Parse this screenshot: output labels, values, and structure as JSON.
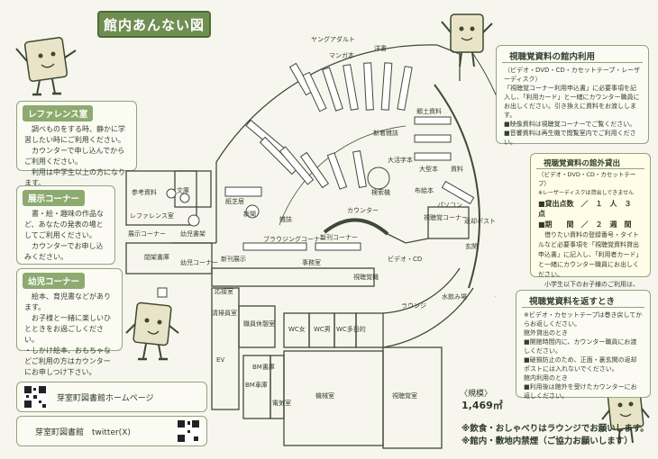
{
  "title": "館内あんない図",
  "reference": {
    "title": "レファレンス室",
    "text": "　調べものをする時、静かに学習したい時にご利用ください。\n　カウンターで申し込んでからご利用ください。\n　利用は中学生以上の方になります。"
  },
  "exhibit": {
    "title": "展示コーナー",
    "text": "　書・絵・趣味の作品など、あなたの発表の場としてご利用ください。\n　カウンターでお申し込みください。"
  },
  "children": {
    "title": "幼児コーナー",
    "text": "　絵本、育児書などがあります。\n　お子様と一緒に楽しいひとときをお過ごしください。\n・しかけ絵本、おもちゃなどご利用の方はカウンターにお申しつけ下さい。"
  },
  "homepage_label": "芽室町図書館ホームページ",
  "twitter_label": "芽室町図書館　twitter(X)",
  "av_use": {
    "title": "視聴覚資料の館内利用",
    "text": "（ビデオ・DVD・CD・カセットテープ・レーザーディスク）\n「視聴覚コーナー利用申込書」に必要事項を記入し、「利用カード」と一緒にカウンター職員にお出しください。引き換えに資料をお渡しします。\n■映像資料は視聴覚コーナーでご覧ください。\n■音響資料は再生機で閲覧室内でご利用ください。"
  },
  "av_loan": {
    "title": "視聴覚資料の館外貸出",
    "subtitle": "（ビデオ・DVD・CD・カセットテープ）",
    "note": "※レーザーディスクは貸出しできません",
    "items": [
      "■貸出点数　／　１　人　３　点",
      "■期　　間　／　２　週　間"
    ],
    "text": "　借りたい資料の登録番号・タイトルなど必要事項を「視聴覚資料貸出申込書」に記入し、「利用者カード」と一緒にカウンター職員にお出しください。\n　小学生以下のお子様のご利用は、保護者同伴でお願いします。"
  },
  "av_return": {
    "title": "視聴覚資料を返すとき",
    "text": "※ビデオ・カセットテープは巻き戻してからお返しください。\n館外貸出のとき\n■開館時間内に、カウンター職員にお渡しください。\n■破損防止のため、正面・裏玄関の返却ポストには入れないでください。\n館内利用のとき\n■利用後は館外を受けたカウンターにお返しください。"
  },
  "scale": {
    "label": "〈規模〉",
    "value": "1,469㎡"
  },
  "notes": [
    "※飲食・おしゃべりはラウンジでお願いします。",
    "※館内・敷地内禁煙（ご協力お願いします）"
  ],
  "map": {
    "rooms": {
      "reference_room": "参考資料",
      "reference_shitsu": "レファレンス室",
      "exhibit": "展示コーナー",
      "bunko": "文庫",
      "children_books": "幼児書架",
      "kids": "幼児コーナー",
      "closed_stacks": "閉架書庫",
      "newspaper": "新聞",
      "magazine": "雑誌",
      "browsing": "ブラウジングコーナー",
      "new_books": "新刊コーナー",
      "office": "事務室",
      "counter": "カウンター",
      "av_corner": "視聴覚コーナー",
      "reception": "応接室",
      "staff_lounge": "職員休憩室",
      "wc_female": "WC女",
      "wc_male": "WC男",
      "wc_multi": "WC多目的",
      "lounge": "ラウンジ",
      "machine_room": "機械室",
      "av_room": "視聴覚室",
      "entrance": "玄関",
      "return_post": "返却ポスト",
      "water": "水飲み場",
      "ev": "EV",
      "bm_garage": "BM車庫",
      "bm_book": "BM書庫",
      "electric": "電気室",
      "cleaning": "清掃員室",
      "new_arrivals": "新着雑誌",
      "local": "郷土資料",
      "ya": "ヤングアダルト",
      "large_print": "大活字本",
      "picture": "紙芝居",
      "foreign": "洋書",
      "storage": "資料",
      "mt_paper": "マンガ本",
      "search": "検索機",
      "large_book": "大型本",
      "mag_corner": "ビデオ・CD",
      "disp": "新刊展示",
      "pc": "パソコン",
      "bookcart": "布絵本",
      "av_machine": "視聴覚機"
    }
  }
}
